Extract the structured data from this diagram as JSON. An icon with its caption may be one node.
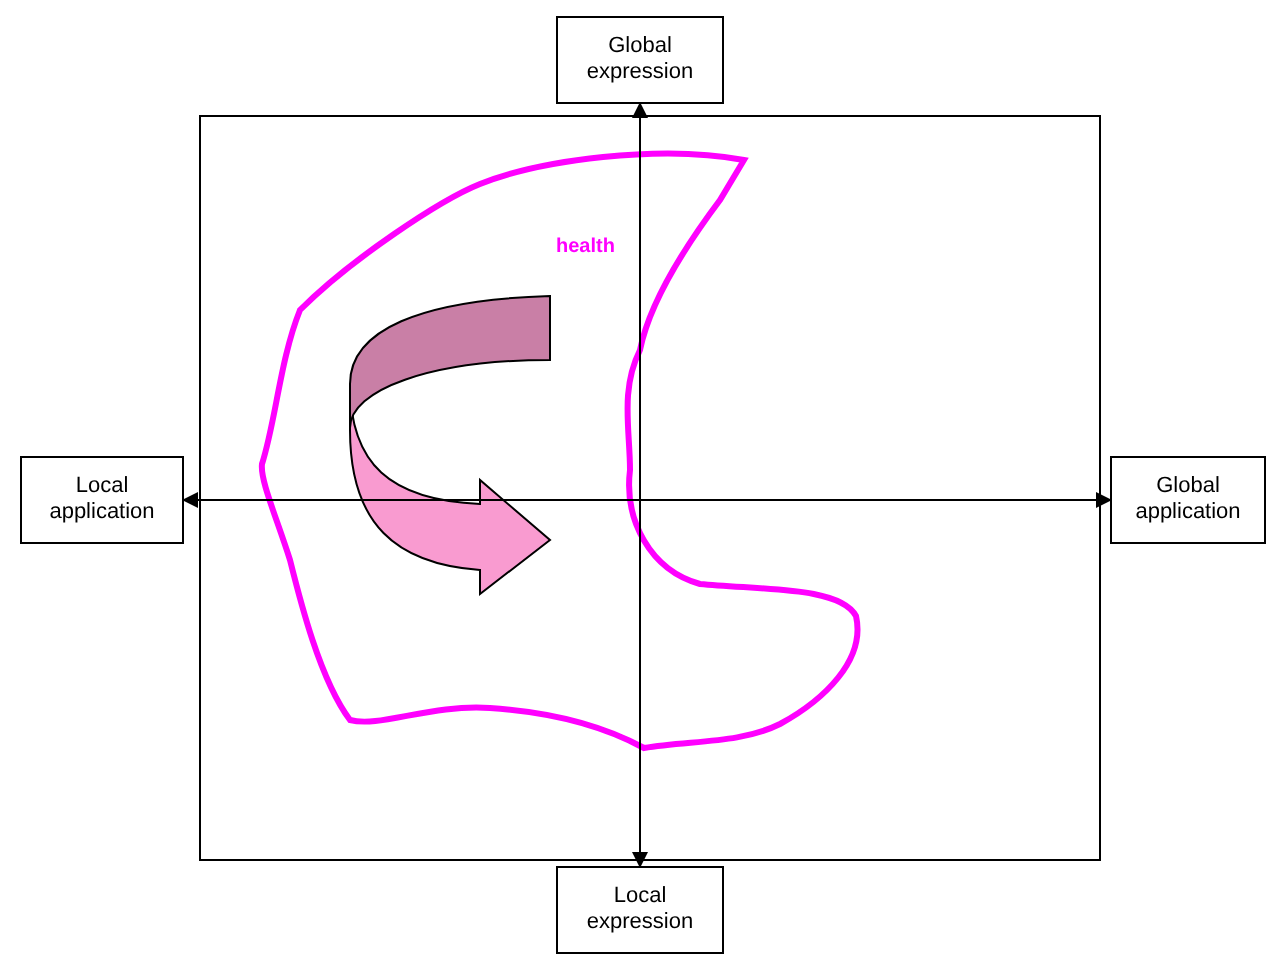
{
  "diagram": {
    "nodes": [
      {
        "text": [
          "Global expression"
        ]
      },
      {
        "text": [
          "Local application"
        ]
      },
      {
        "text": [
          "Global application"
        ]
      },
      {
        "text": [
          "Local expression"
        ]
      }
    ],
    "edges": [
      {
        "from": 0,
        "to": 3,
        "arrow": "both"
      },
      {
        "from": 1,
        "to": 2,
        "arrow": "both"
      }
    ],
    "labels": [
      "health"
    ]
  }
}
